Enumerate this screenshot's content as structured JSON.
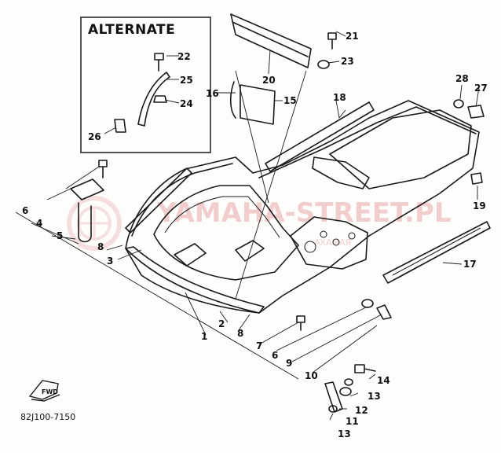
{
  "inset": {
    "title": "ALTERNATE"
  },
  "callouts": {
    "c1": "1",
    "c2": "2",
    "c3": "3",
    "c4": "4",
    "c5": "5",
    "c6a": "6",
    "c6b": "6",
    "c7": "7",
    "c8a": "8",
    "c8b": "8",
    "c9": "9",
    "c10": "10",
    "c11": "11",
    "c12": "12",
    "c13a": "13",
    "c13b": "13",
    "c14": "14",
    "c15": "15",
    "c16": "16",
    "c17": "17",
    "c18": "18",
    "c19": "19",
    "c20": "20",
    "c21": "21",
    "c22": "22",
    "c23": "23",
    "c24": "24",
    "c25": "25",
    "c26": "26",
    "c27": "27",
    "c28": "28"
  },
  "fwd_label": "FWD",
  "part_code": "82J100-7150",
  "watermark": {
    "text": "YAMAHA-STREET.PL",
    "subtext": "АХАМАЯ"
  },
  "colors": {
    "ink": "#1a1a1a",
    "paper": "#fdfdfb",
    "watermark": "#e8a9a9"
  }
}
